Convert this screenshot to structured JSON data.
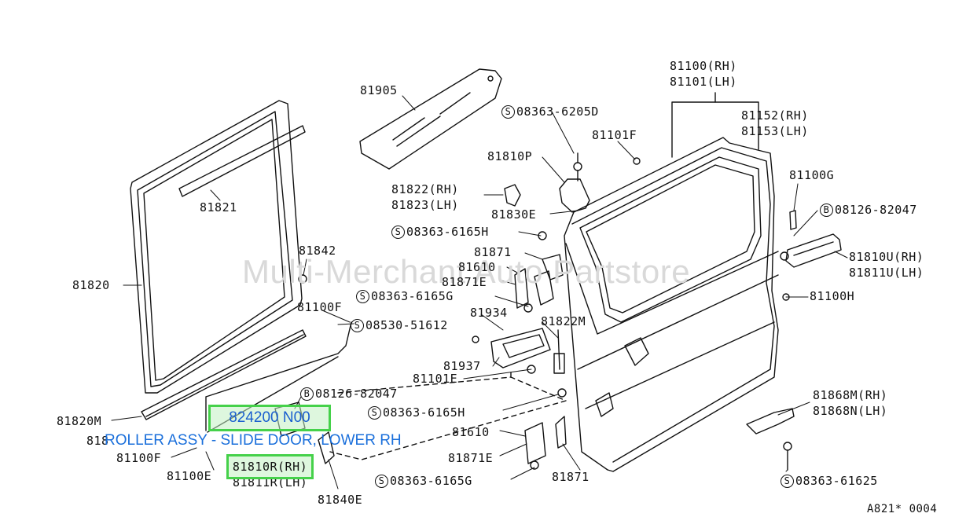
{
  "watermark": "Multi-Merchant Auto Partstore",
  "callout": {
    "part_number": "824200 N00",
    "description": "ROLLER ASSY - SLIDE DOOR, LOWER RH",
    "highlighted_ref": "81810R(RH)",
    "highlight_color": "#45d14a",
    "text_color": "#1a6fdb"
  },
  "labels": {
    "l81905": "81905",
    "l08363_6205D": "08363-6205D",
    "l81100RH": "81100(RH)",
    "l81101LH": "81101(LH)",
    "l81152RH": "81152(RH)",
    "l81153LH": "81153(LH)",
    "l81101F": "81101F",
    "l81810P": "81810P",
    "l81822RH": "81822(RH)",
    "l81823LH": "81823(LH)",
    "l81830E": "81830E",
    "l81100G": "81100G",
    "l08126_82047a": "08126-82047",
    "l08363_6165Ha": "08363-6165H",
    "l81821": "81821",
    "l81842": "81842",
    "l81871a": "81871",
    "l81610a": "81610",
    "l81871Ea": "81871E",
    "l81810URH": "81810U(RH)",
    "l81811ULH": "81811U(LH)",
    "l81820": "81820",
    "l08363_6165Ga": "08363-6165G",
    "l81100H": "81100H",
    "l81100Fa": "81100F",
    "l08530_51612": "08530-51612",
    "l81934": "81934",
    "l81822M": "81822M",
    "l81937": "81937",
    "l81101E": "81101E",
    "l08126_82047b": "08126-82047",
    "l81820M": "81820M",
    "l08363_6165Hb": "08363-6165H",
    "l81868MRH": "81868M(RH)",
    "l81868NLH": "81868N(LH)",
    "l818xx": "818",
    "l81100Fb": "81100F",
    "l81610b": "81610",
    "l81871Eb": "81871E",
    "l81100E": "81100E",
    "l81811RLH": "81811R(LH)",
    "l08363_6165Gb": "08363-6165G",
    "l81871b": "81871",
    "l08363_61625": "08363-61625",
    "l81840E": "81840E"
  },
  "circle_marks": {
    "s": "S",
    "b": "B"
  },
  "drawing_ref": "A821* 0004"
}
